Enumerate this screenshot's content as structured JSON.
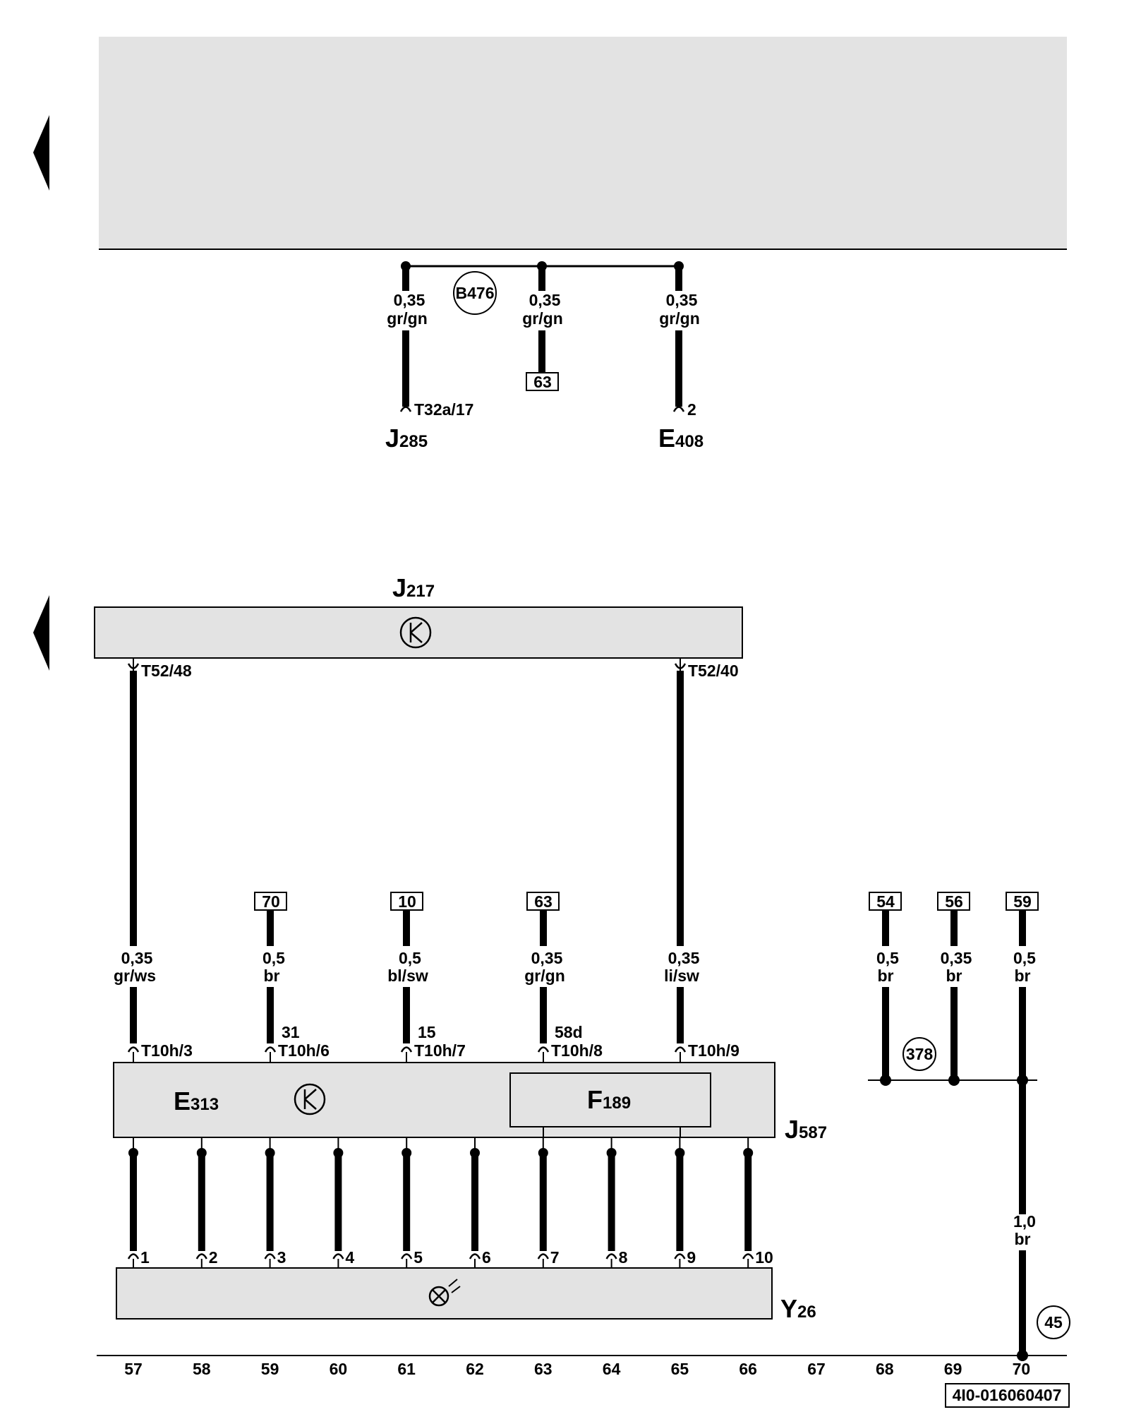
{
  "top": {
    "splice": "B476",
    "wire_spec": [
      "0,35",
      "gr/gn"
    ],
    "ref_box": "63",
    "pins": [
      "T32a/17",
      "2"
    ],
    "components": [
      {
        "letter": "J",
        "sub": "285"
      },
      {
        "letter": "E",
        "sub": "408"
      }
    ]
  },
  "module_j217": {
    "letter": "J",
    "sub": "217",
    "pins": [
      "T52/48",
      "T52/40"
    ]
  },
  "wires": [
    {
      "ref": "",
      "gauge": "0,35",
      "color": "gr/ws",
      "term": "",
      "pin": "T10h/3"
    },
    {
      "ref": "70",
      "gauge": "0,5",
      "color": "br",
      "term": "31",
      "pin": "T10h/6"
    },
    {
      "ref": "10",
      "gauge": "0,5",
      "color": "bl/sw",
      "term": "15",
      "pin": "T10h/7"
    },
    {
      "ref": "63",
      "gauge": "0,35",
      "color": "gr/gn",
      "term": "58d",
      "pin": "T10h/8"
    },
    {
      "ref": "",
      "gauge": "0,35",
      "color": "li/sw",
      "term": "",
      "pin": "T10h/9"
    }
  ],
  "right_wires": [
    {
      "ref": "54",
      "gauge": "0,5",
      "color": "br"
    },
    {
      "ref": "56",
      "gauge": "0,35",
      "color": "br"
    },
    {
      "ref": "59",
      "gauge": "0,5",
      "color": "br"
    }
  ],
  "ground_splice": "378",
  "ground_wire": {
    "gauge": "1,0",
    "color": "br"
  },
  "ground_ref": "45",
  "module_j587": {
    "letter": "J",
    "sub": "587"
  },
  "switch_e313": {
    "letter": "E",
    "sub": "313"
  },
  "fuse_f189": {
    "letter": "F",
    "sub": "189"
  },
  "valve_y26": {
    "letter": "Y",
    "sub": "26"
  },
  "y26_pins": [
    "1",
    "2",
    "3",
    "4",
    "5",
    "6",
    "7",
    "8",
    "9",
    "10"
  ],
  "scale": [
    "57",
    "58",
    "59",
    "60",
    "61",
    "62",
    "63",
    "64",
    "65",
    "66",
    "67",
    "68",
    "69",
    "70"
  ],
  "diagram_id": "4I0-016060407"
}
